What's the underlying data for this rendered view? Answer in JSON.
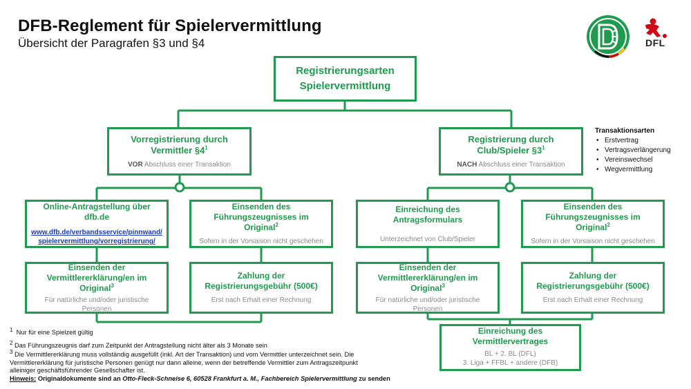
{
  "header": {
    "title": "DFB-Reglement für Spielervermittlung",
    "subtitle": "Übersicht der Paragrafen §3 und §4"
  },
  "logos": {
    "dfb": {
      "icon": "dfb-eagle-logo"
    },
    "dfl": {
      "icon": "dfl-player-logo",
      "text": "DFL"
    }
  },
  "colors": {
    "accent": "#1f9a4e",
    "link": "#1a3bb5",
    "muted": "#8a8a8a",
    "dfl_red": "#d20515"
  },
  "root": {
    "line1": "Registrierungsarten",
    "line2": "Spielervermittlung"
  },
  "left_branch": {
    "title": "Vorregistrierung durch Vermittler §4",
    "sup": "1",
    "note_strong": "VOR",
    "note_rest": " Abschluss einer Transaktion",
    "online": {
      "title": "Online-Antragstellung über dfb.de",
      "link1": "www.dfb.de/verbandsservice/pinnwand/",
      "link2": "spielervermittlung/vorregistrierung/"
    },
    "fuehrung": {
      "title": "Einsenden des Führungszeugnisses im Original",
      "sup": "2",
      "note": "Sofern in der Vorsaison nicht geschehen"
    },
    "erklaerung": {
      "title": "Einsenden der Vermittlererklärung/en im Original",
      "sup": "3",
      "note": "Für natürliche und/oder juristische Personen"
    },
    "zahlung": {
      "title": "Zahlung der Registrierungsgebühr (500€)",
      "note": "Erst nach Erhalt einer Rechnung"
    }
  },
  "right_branch": {
    "title": "Registrierung durch Club/Spieler §3",
    "sup": "1",
    "note_strong": "NACH",
    "note_rest": " Abschluss einer Transaktion",
    "antrag": {
      "title": "Einreichung des Antragsformulars",
      "note": "Unterzeichnet von Club/Spieler"
    },
    "fuehrung": {
      "title": "Einsenden des Führungszeugnisses im Original",
      "sup": "2",
      "note": "Sofern in der Vorsaison nicht geschehen"
    },
    "erklaerung": {
      "title": "Einsenden der Vermittlererklärung/en im Original",
      "sup": "3",
      "note": "Für natürliche und/oder juristische Personen"
    },
    "zahlung": {
      "title": "Zahlung der Registrierungsgebühr (500€)",
      "note": "Erst nach Erhalt einer Rechnung"
    },
    "vertraege": {
      "title": "Einreichung des Vermittlervertrages",
      "line1": "BL + 2. BL (DFL)",
      "line2": "3. Liga + FFBL + andere (DFB)"
    }
  },
  "transactions": {
    "title": "Transaktionsarten",
    "items": [
      "Erstvertrag",
      "Vertragsverlängerung",
      "Vereinswechsel",
      "Wegvermittlung"
    ]
  },
  "footnotes": {
    "fn1_num": "1",
    "fn1": "Nur für eine Spielzeit gültig",
    "fn2_num": "2",
    "fn2": "Das Führungszeugnis darf zum Zeitpunkt der Antragstellung nicht älter als 3 Monate sein",
    "fn3_num": "3",
    "fn3_a": "Die Vermittlererklärung muss vollständig ausgefüllt (inkl. Art der Transaktion) und vom Vermittler unterzeichnet sein. Die",
    "fn3_b": "Vermittlererklärung für juristische Personen genügt nur dann alleine, wenn der betreffende Vermittler zum Antragszeitpunkt",
    "fn3_c": "alleiniger geschäftsführender Gesellschafter ist.",
    "hint_label": "Hinweis:",
    "hint_a": " Originaldokumente sind an ",
    "hint_address": "Otto-Fleck-Schneise 6, 60528 Frankfurt a. M., Fachbereich Spielervermittlung",
    "hint_b": " zu senden"
  }
}
